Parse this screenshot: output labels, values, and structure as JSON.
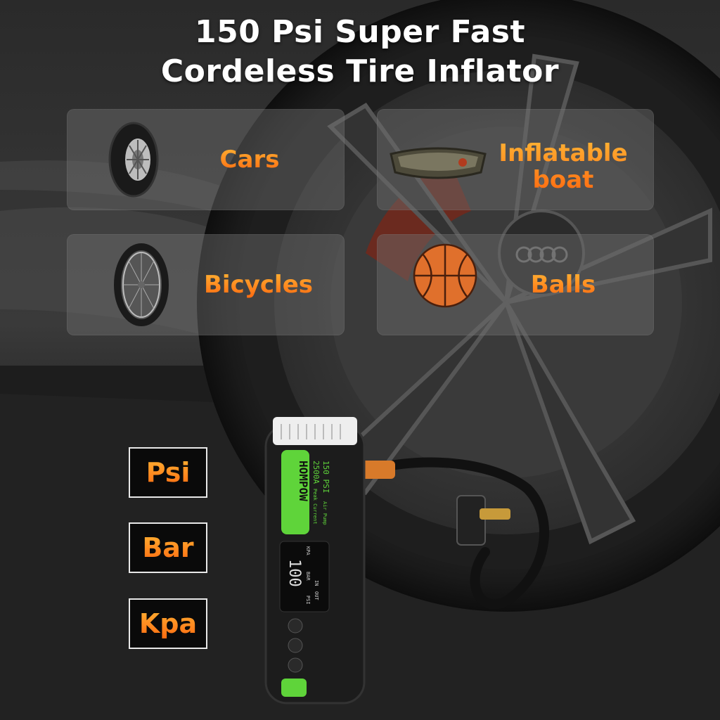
{
  "headline": {
    "line1": "150 Psi Super Fast",
    "line2": "Cordeless Tire Inflator"
  },
  "uses": [
    {
      "label": "Cars",
      "icon": "car-tire-icon"
    },
    {
      "label": "Inflatable boat",
      "icon": "inflatable-boat-icon"
    },
    {
      "label": "Bicycles",
      "icon": "bicycle-wheel-icon"
    },
    {
      "label": "Balls",
      "icon": "basketball-icon"
    }
  ],
  "units": [
    "Psi",
    "Bar",
    "Kpa"
  ],
  "device": {
    "brand": "HOMPOW",
    "spec1": "2500A",
    "spec1_sub": "Peak Current",
    "spec2": "150 PSI",
    "spec2_sub": "Air Pump",
    "display_value": "100",
    "unit_labels": [
      "KPA",
      "BAR",
      "PSI"
    ],
    "mode_labels": [
      "IN",
      "OUT"
    ]
  },
  "colors": {
    "accent_orange": "#ff7a12",
    "accent_green": "#5fd43a",
    "card_bg": "#6e6e6e",
    "headline": "#ffffff"
  }
}
